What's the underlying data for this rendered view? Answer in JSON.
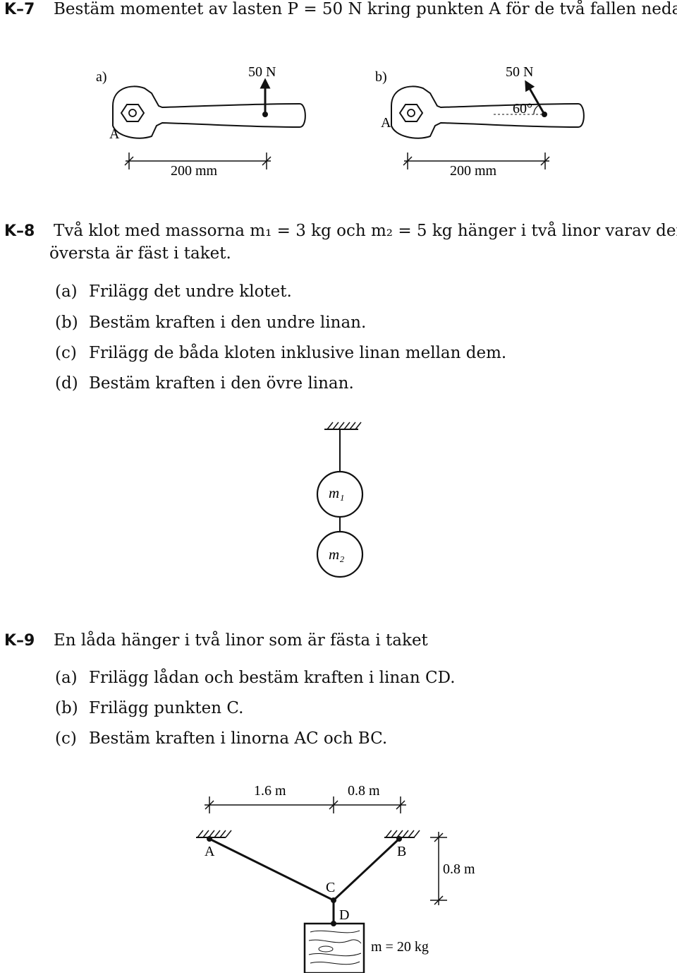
{
  "k7": {
    "number": "K–7",
    "text": "Bestäm momentet av lasten P = 50 N kring punkten A för de två fallen nedan.",
    "figure": {
      "label_a": "a)",
      "label_b": "b)",
      "force_a": "50 N",
      "force_b": "50 N",
      "angle": "60°",
      "point_a": "A",
      "point_b": "A",
      "dim_a": "200 mm",
      "dim_b": "200 mm"
    }
  },
  "k8": {
    "number": "K–8",
    "text_line1": "Två klot med massorna m₁ = 3 kg och m₂ = 5 kg hänger i två linor varav den",
    "text_line2": "översta är fäst i taket.",
    "items": [
      {
        "label": "(a)",
        "text": "Frilägg det undre klotet."
      },
      {
        "label": "(b)",
        "text": "Bestäm kraften i den undre linan."
      },
      {
        "label": "(c)",
        "text": "Frilägg de båda kloten inklusive linan mellan dem."
      },
      {
        "label": "(d)",
        "text": "Bestäm kraften i den övre linan."
      }
    ],
    "figure": {
      "m1": "m₁",
      "m2": "m₂"
    }
  },
  "k9": {
    "number": "K–9",
    "text": "En låda hänger i två linor som är fästa i taket",
    "items": [
      {
        "label": "(a)",
        "text": "Frilägg lådan och bestäm kraften i linan CD."
      },
      {
        "label": "(b)",
        "text": "Frilägg punkten C."
      },
      {
        "label": "(c)",
        "text": "Bestäm kraften i linorna AC och BC."
      }
    ],
    "figure": {
      "dim_ac": "1.6 m",
      "dim_cb": "0.8 m",
      "dim_height": "0.8 m",
      "point_a": "A",
      "point_b": "B",
      "point_c": "C",
      "point_d": "D",
      "mass": "m = 20 kg"
    }
  }
}
